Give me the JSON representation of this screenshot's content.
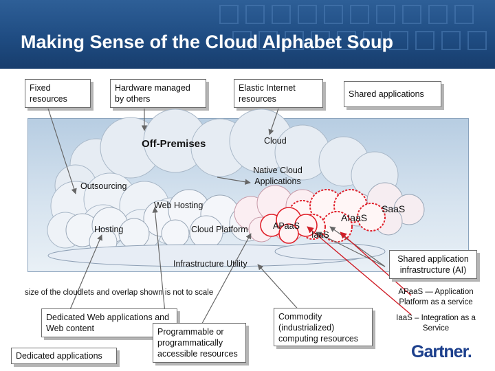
{
  "header": {
    "title": "Making Sense of the Cloud Alphabet Soup"
  },
  "top_boxes": {
    "fixed": "Fixed resources",
    "hardware": "Hardware managed by others",
    "elastic": "Elastic Internet resources",
    "shared": "Shared applications"
  },
  "cloud_labels": {
    "off_premises": "Off-Premises",
    "cloud": "Cloud",
    "native": "Native Cloud Applications",
    "outsourcing": "Outsourcing",
    "web_hosting": "Web Hosting",
    "hosting": "Hosting",
    "cloud_platform": "Cloud Platform",
    "apaas": "APaaS",
    "aiaas": "AIaaS",
    "saas": "SaaS",
    "iaas": "IaaS",
    "infra_utility": "Infrastructure Utility"
  },
  "note": "size of the cloudlets and overlap shown is not to scale",
  "bottom_boxes": {
    "dedicated_web": "Dedicated Web applications and Web content",
    "programmable": "Programmable or programmatically accessible resources",
    "dedicated_apps": "Dedicated applications",
    "commodity": "Commodity (industrialized) computing resources"
  },
  "right_notes": {
    "shared_infra": "Shared application infrastructure (AI)",
    "apaas_def": "APaaS — Application Platform as a service",
    "iaas_def": "IaaS – Integration as a Service"
  },
  "logo": {
    "text": "Gartner."
  },
  "colors": {
    "header": "#1f4c82",
    "accent_red": "#e0202a",
    "logo_blue": "#1c3f8c"
  }
}
